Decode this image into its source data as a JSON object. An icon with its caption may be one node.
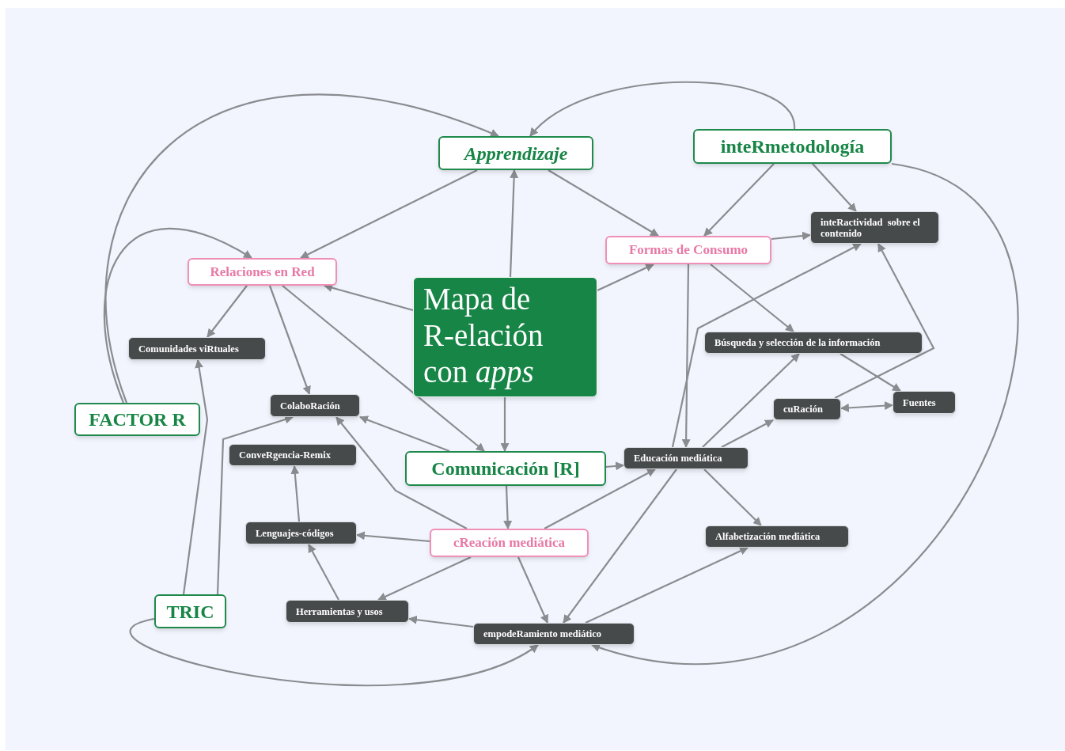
{
  "diagram": {
    "nodes": [
      {
        "text": [
          "Mapa de R-elación con *apps*"
        ]
      },
      {
        "text": [
          "Apprendizaje"
        ]
      },
      {
        "text": [
          "inteRmetodología"
        ]
      },
      {
        "text": [
          "Relaciones en Red"
        ]
      },
      {
        "text": [
          "Formas de Consumo"
        ]
      },
      {
        "text": [
          "inteRactividad  sobre el contenido"
        ]
      },
      {
        "text": [
          "Comunidades viRtuales"
        ]
      },
      {
        "text": [
          "Búsqueda y selección de la información"
        ]
      },
      {
        "text": [
          "FACTOR R"
        ]
      },
      {
        "text": [
          "ColaboRación"
        ]
      },
      {
        "text": [
          "cuRación"
        ]
      },
      {
        "text": [
          "Fuentes"
        ]
      },
      {
        "text": [
          "ConveRgencia-Remix"
        ]
      },
      {
        "text": [
          "Comunicación [R]"
        ]
      },
      {
        "text": [
          "Educación mediática"
        ]
      },
      {
        "text": [
          "Lenguajes-códigos"
        ]
      },
      {
        "text": [
          "cReación mediática"
        ]
      },
      {
        "text": [
          "Alfabetización mediática"
        ]
      },
      {
        "text": [
          "TRIC"
        ]
      },
      {
        "text": [
          "Herramientas y usos"
        ]
      },
      {
        "text": [
          "empodeRamiento mediático"
        ]
      }
    ],
    "edges": [
      {
        "from": 8,
        "to": 1,
        "arrow": "to"
      },
      {
        "from": 8,
        "to": 3,
        "arrow": "to"
      },
      {
        "from": 18,
        "to": 6,
        "arrow": "to"
      },
      {
        "from": 1,
        "to": 3,
        "arrow": "to"
      },
      {
        "from": 1,
        "to": 4,
        "arrow": "to"
      },
      {
        "from": 0,
        "to": 1,
        "arrow": "to"
      },
      {
        "from": 2,
        "to": 1,
        "arrow": "to"
      },
      {
        "from": 2,
        "to": 4,
        "arrow": "to"
      },
      {
        "from": 2,
        "to": 5,
        "arrow": "to"
      },
      {
        "from": 2,
        "to": 20,
        "arrow": "to"
      },
      {
        "from": 0,
        "to": 3,
        "arrow": "to"
      },
      {
        "from": 0,
        "to": 4,
        "arrow": "to"
      },
      {
        "from": 0,
        "to": 13,
        "arrow": "to"
      },
      {
        "from": 3,
        "to": 6,
        "arrow": "to"
      },
      {
        "from": 3,
        "to": 9,
        "arrow": "to"
      },
      {
        "from": 3,
        "to": 13,
        "arrow": "to"
      },
      {
        "from": 4,
        "to": 5,
        "arrow": "to"
      },
      {
        "from": 4,
        "to": 7,
        "arrow": "to"
      },
      {
        "from": 4,
        "to": 14,
        "arrow": "to"
      },
      {
        "from": 14,
        "to": 5,
        "arrow": "to"
      },
      {
        "from": 14,
        "to": 7,
        "arrow": "to"
      },
      {
        "from": 10,
        "to": 5,
        "arrow": "to"
      },
      {
        "from": 7,
        "to": 11,
        "arrow": "to"
      },
      {
        "from": 10,
        "to": 11,
        "arrow": "both"
      },
      {
        "from": 14,
        "to": 10,
        "arrow": "to"
      },
      {
        "from": 13,
        "to": 9,
        "arrow": "to"
      },
      {
        "from": 16,
        "to": 9,
        "arrow": "to"
      },
      {
        "from": 13,
        "to": 14,
        "arrow": "to"
      },
      {
        "from": 13,
        "to": 16,
        "arrow": "to"
      },
      {
        "from": 16,
        "to": 14,
        "arrow": "to"
      },
      {
        "from": 16,
        "to": 15,
        "arrow": "to"
      },
      {
        "from": 16,
        "to": 19,
        "arrow": "to"
      },
      {
        "from": 16,
        "to": 20,
        "arrow": "to"
      },
      {
        "from": 14,
        "to": 20,
        "arrow": "to"
      },
      {
        "from": 14,
        "to": 17,
        "arrow": "to"
      },
      {
        "from": 20,
        "to": 17,
        "arrow": "to"
      },
      {
        "from": 20,
        "to": 19,
        "arrow": "to"
      },
      {
        "from": 19,
        "to": 15,
        "arrow": "to"
      },
      {
        "from": 15,
        "to": 12,
        "arrow": "to"
      },
      {
        "from": 18,
        "to": 9,
        "arrow": "to"
      },
      {
        "from": 18,
        "to": 20,
        "arrow": "to"
      }
    ]
  }
}
